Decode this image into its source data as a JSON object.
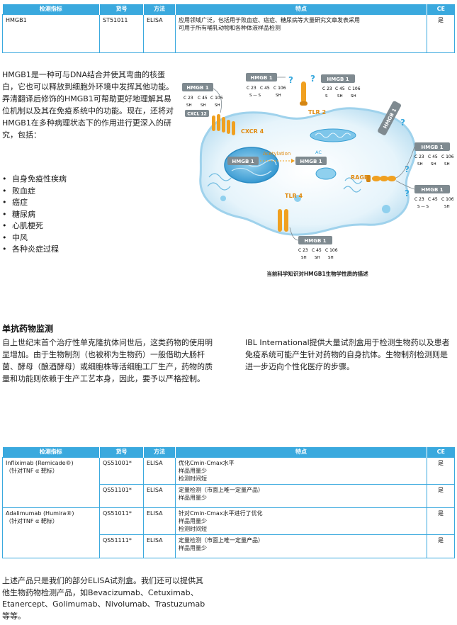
{
  "table1": {
    "headers": [
      "检测指标",
      "货号",
      "方法",
      "特点",
      "CE"
    ],
    "row": {
      "marker": "HMGB1",
      "sku": "ST51011",
      "method": "ELISA",
      "features": "应用领域广泛，包括用于败血症、癌症、糖尿病等大量研究文章发表采用\n可用于所有哺乳动物和各种体液样品检测",
      "ce": "是"
    }
  },
  "intro": {
    "text": "HMGB1是一种可与DNA结合并使其弯曲的核蛋白，它也可以释放到细胞外环境中发挥其他功能。弄清翻译后修饰的HMGB1可帮助更好地理解其易位机制以及其在免疫系统中的功能。现在，还将对HMGB1在多种病理状态下的作用进行更深入的研究，包括：",
    "diseases": [
      "自身免疫性疾病",
      "败血症",
      "癌症",
      "糖尿病",
      "心肌梗死",
      "中风",
      "各种炎症过程"
    ]
  },
  "diagram": {
    "caption": "当前科学知识对HMGB1生物学性质的描述",
    "labels": {
      "hmgb1": "HMGB 1",
      "cxcl12": "CXCL 12",
      "cxcr4": "CXCR 4",
      "tlr2": "TLR 2",
      "tlr4": "TLR 4",
      "rage": "RAGE",
      "acetylation": "Acetylation",
      "ac": "AC",
      "q": "?",
      "c23": "C 23",
      "c45": "C 45",
      "c106": "C 106",
      "sh": "SH",
      "s": "S",
      "ss": "S — S"
    }
  },
  "section2": {
    "title": "单抗药物监测",
    "left": "自上世纪末首个治疗性单克隆抗体问世后，这类药物的使用明显增加。由于生物制剂（也被称为生物药）一般借助大肠杆菌、酵母（酿酒酵母）或细胞株等活细胞工厂生产，药物的质量和功能则依赖于生产工艺本身，因此，要予以严格控制。",
    "right": "IBL International提供大量试剂盒用于检测生物药以及患者免疫系统可能产生针对药物的自身抗体。生物制剂检测则是进一步迈向个性化医疗的步骤。"
  },
  "table2": {
    "headers": [
      "检测指标",
      "货号",
      "方法",
      "特点",
      "CE"
    ],
    "groups": [
      {
        "marker": "Infliximab (Remicade®)\n（针对TNF α 靶标）",
        "rows": [
          {
            "sku": "QS51001*",
            "method": "ELISA",
            "features": "优化Cmin-Cmax水平\n样品用量少\n检测时间短",
            "ce": "是"
          },
          {
            "sku": "QS51101*",
            "method": "ELISA",
            "features": "定量检测（市面上唯一定量产品）\n样品用量少",
            "ce": "是"
          }
        ]
      },
      {
        "marker": "Adalimumab (Humira®)\n（针对TNF α 靶标）",
        "rows": [
          {
            "sku": "QS51011*",
            "method": "ELISA",
            "features": "针对Cmin-Cmax水平进行了优化\n样品用量少\n检测时间短",
            "ce": "是"
          },
          {
            "sku": "QS51111*",
            "method": "ELISA",
            "features": "定量检测（市面上唯一定量产品）\n样品用量少",
            "ce": "是"
          }
        ]
      }
    ]
  },
  "footnote": "上述产品只是我们的部分ELISA试剂盒。我们还可以提供其他生物药物检测产品，如Bevacizumab、Cetuximab、Etanercept、Golimumab、Nivolumab、Trastuzumab等等。",
  "colors": {
    "accent": "#3aa9de",
    "orange": "#f0a020",
    "label_gray": "#7f8a90",
    "cell_blue": "#cfe8f6"
  }
}
